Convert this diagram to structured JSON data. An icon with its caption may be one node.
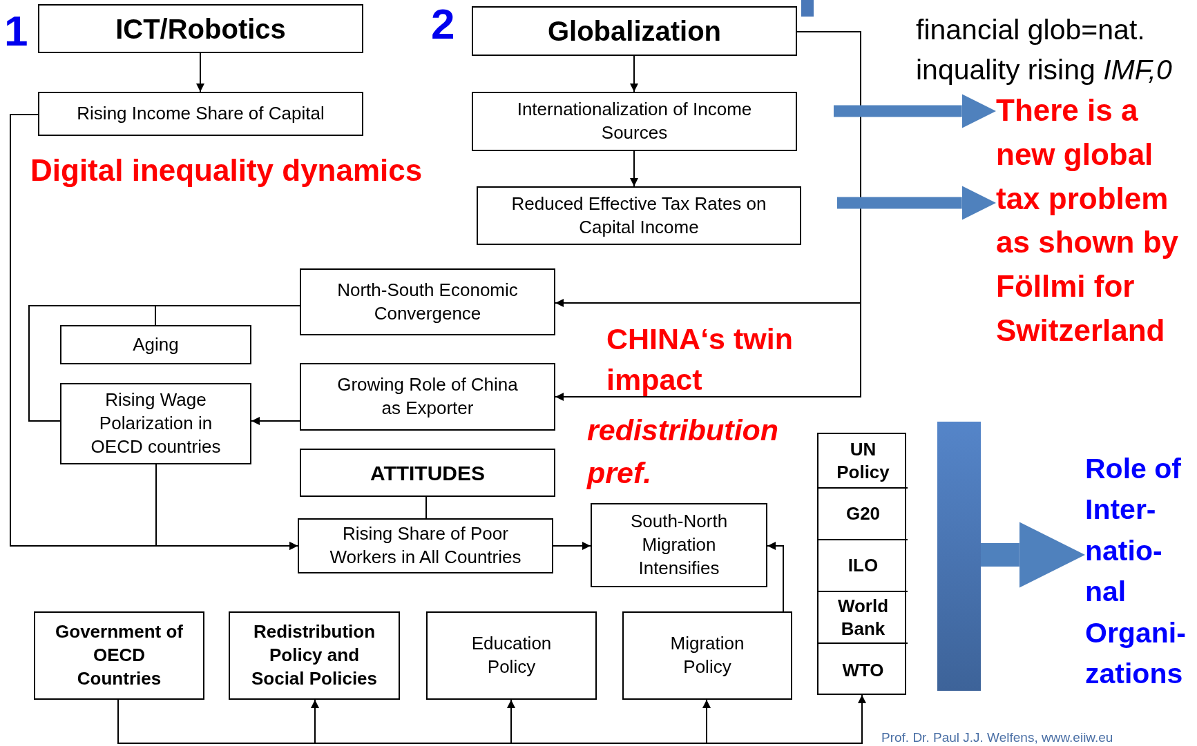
{
  "diagram": {
    "nodes": [
      {
        "text": [
          "ICT/Robotics"
        ],
        "beside": [
          "1"
        ]
      },
      {
        "text": [
          "Rising Income Share of Capital"
        ]
      },
      {
        "text": [
          "Globalization"
        ],
        "beside": [
          "2"
        ]
      },
      {
        "text": [
          "Internationalization of Income Sources"
        ]
      },
      {
        "text": [
          "Reduced Effective Tax Rates on Capital Income"
        ]
      },
      {
        "text": [
          "North-South Economic Convergence"
        ]
      },
      {
        "text": [
          "Aging"
        ]
      },
      {
        "text": [
          "Growing Role of China as Exporter"
        ]
      },
      {
        "text": [
          "Rising Wage Polarization in OECD countries"
        ]
      },
      {
        "text": [
          "ATTITUDES"
        ]
      },
      {
        "text": [
          "Rising Share of Poor Workers in All Countries"
        ]
      },
      {
        "text": [
          "South-North Migration Intensifies"
        ]
      },
      {
        "text": [
          "Government of OECD Countries"
        ]
      },
      {
        "text": [
          "Redistribution Policy and Social Policies"
        ]
      },
      {
        "text": [
          "Education Policy"
        ]
      },
      {
        "text": [
          "Migration Policy"
        ]
      },
      {
        "text": [],
        "shape": "box"
      },
      {
        "text": [
          "UN Policy"
        ],
        "in": 16
      },
      {
        "text": [
          "G20"
        ],
        "in": 16
      },
      {
        "text": [
          "ILO"
        ],
        "in": 16
      },
      {
        "text": [
          "World Bank"
        ],
        "in": 16
      },
      {
        "text": [
          "WTO"
        ],
        "in": 16
      },
      {
        "text": [
          "There is a new global tax problem as shown by Föllmi for Switzerland"
        ]
      },
      {
        "text": [
          "Role of Inter- natio- nal Organi- zations"
        ]
      },
      {
        "text": [],
        "shape": "bar"
      }
    ],
    "edges": [
      {
        "from": 0,
        "to": 1,
        "arrow": "to"
      },
      {
        "from": 2,
        "to": 3,
        "arrow": "to"
      },
      {
        "from": 3,
        "to": 4,
        "arrow": "to"
      },
      {
        "from": 2,
        "to": 5,
        "arrow": "to"
      },
      {
        "from": 2,
        "to": 7,
        "arrow": "to"
      },
      {
        "from": 5,
        "to": 6,
        "arrow": "none"
      },
      {
        "from": 5,
        "to": 8,
        "arrow": "none"
      },
      {
        "from": 7,
        "to": 8,
        "arrow": "to"
      },
      {
        "from": 1,
        "to": 10,
        "arrow": "to"
      },
      {
        "from": 8,
        "to": 10,
        "arrow": "to"
      },
      {
        "from": 9,
        "to": 10,
        "arrow": "none"
      },
      {
        "from": 10,
        "to": 11,
        "arrow": "to"
      },
      {
        "from": 15,
        "to": 11,
        "arrow": "to"
      },
      {
        "from": 12,
        "to": 13,
        "arrow": "to"
      },
      {
        "from": 12,
        "to": 14,
        "arrow": "to"
      },
      {
        "from": 12,
        "to": 15,
        "arrow": "to"
      },
      {
        "from": 12,
        "to": 21,
        "arrow": "to"
      },
      {
        "from": null,
        "to": 22,
        "arrow": "to",
        "style": "thick",
        "color": "#4f81bd"
      },
      {
        "from": null,
        "to": 22,
        "arrow": "to",
        "style": "thick",
        "color": "#4f81bd"
      },
      {
        "from": 24,
        "to": 23,
        "arrow": "to",
        "style": "thick",
        "color": "#4f81bd"
      }
    ],
    "labels": [
      "Digital inequality dynamics",
      "financial glob=nat.",
      "inquality rising *IMF,0*",
      "CHINA‘s twin impact",
      "redistribution pref.",
      "Prof. Dr. Paul J.J. Welfens, www.eiiw.eu"
    ]
  }
}
